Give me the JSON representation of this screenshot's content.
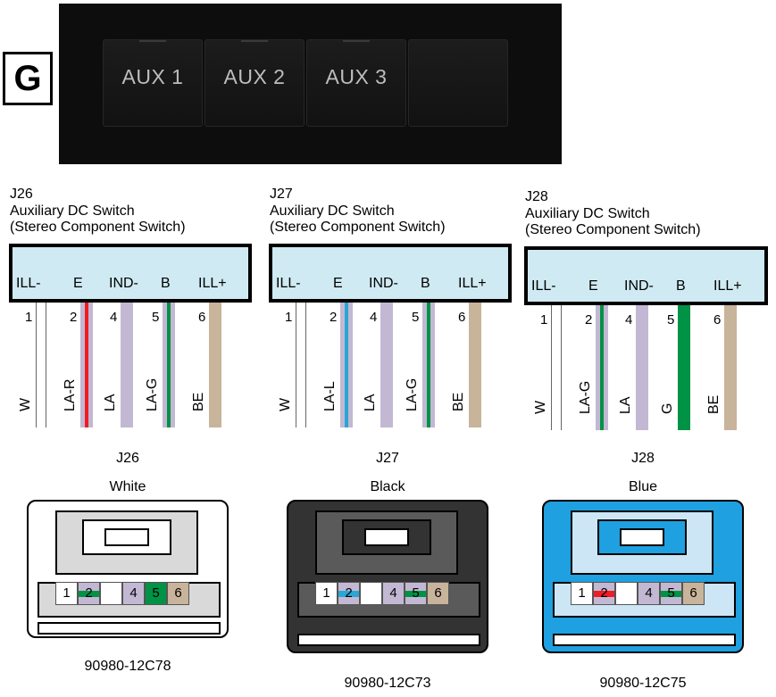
{
  "badge": "G",
  "switch_photo": {
    "buttons": [
      "AUX 1",
      "AUX 2",
      "AUX 3",
      ""
    ]
  },
  "panels": [
    {
      "id": "J26",
      "title1": "Auxiliary DC Switch",
      "title2": "(Stereo Component Switch)",
      "pin_labels": [
        "ILL-",
        "E",
        "IND-",
        "B",
        "ILL+"
      ],
      "pins": [
        "1",
        "2",
        "4",
        "5",
        "6"
      ],
      "wires": [
        "W",
        "LA-R",
        "LA",
        "LA-G",
        "BE"
      ],
      "connector_caption": "J26",
      "color_name": "White",
      "part_no": "90980-12C78"
    },
    {
      "id": "J27",
      "title1": "Auxiliary DC Switch",
      "title2": "(Stereo Component Switch)",
      "pin_labels": [
        "ILL-",
        "E",
        "IND-",
        "B",
        "ILL+"
      ],
      "pins": [
        "1",
        "2",
        "4",
        "5",
        "6"
      ],
      "wires": [
        "W",
        "LA-L",
        "LA",
        "LA-G",
        "BE"
      ],
      "connector_caption": "J27",
      "color_name": "Black",
      "part_no": "90980-12C73"
    },
    {
      "id": "J28",
      "title1": "Auxiliary DC Switch",
      "title2": "(Stereo Component Switch)",
      "pin_labels": [
        "ILL-",
        "E",
        "IND-",
        "B",
        "ILL+"
      ],
      "pins": [
        "1",
        "2",
        "4",
        "5",
        "6"
      ],
      "wires": [
        "W",
        "LA-G",
        "LA",
        "G",
        "BE"
      ],
      "connector_caption": "J28",
      "color_name": "Blue",
      "part_no": "90980-12C75"
    }
  ],
  "colors": {
    "W": "#ffffff",
    "LA": "#c3b8d3",
    "R": "#ee1c24",
    "G": "#009245",
    "L": "#2aa6d6",
    "BE": "#c8b39b",
    "header": "#cfeaf2",
    "blue_connector": "#1fa0e0",
    "black_connector": "#333333",
    "white_connector": "#ffffff"
  }
}
